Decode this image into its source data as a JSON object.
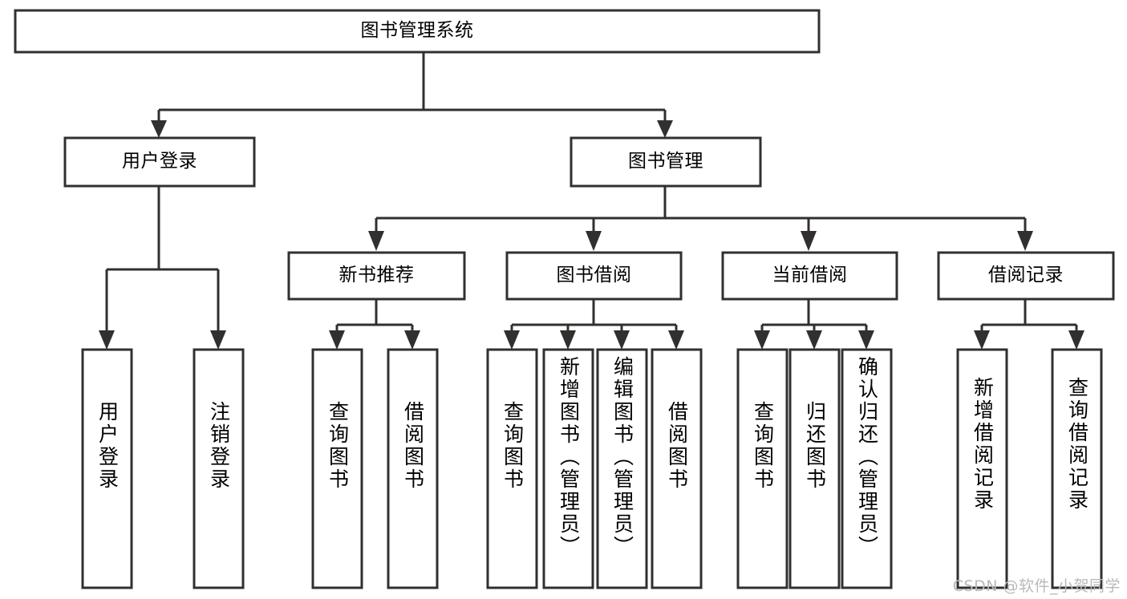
{
  "diagram": {
    "title": "图书管理系统",
    "type": "tree",
    "watermark": "CSDN @软件_小贺同学",
    "colors": {
      "stroke": "#32302f",
      "fill": "#ffffff",
      "text": "#000000",
      "watermark": "#b9b9b9",
      "background": "#ffffff"
    },
    "levels": {
      "root": {
        "label": "图书管理系统"
      },
      "level2": [
        {
          "id": "user-login",
          "label": "用户登录"
        },
        {
          "id": "book-manage",
          "label": "图书管理"
        }
      ],
      "level3": [
        {
          "id": "new-book-recommend",
          "label": "新书推荐",
          "parent": "book-manage"
        },
        {
          "id": "book-borrow",
          "label": "图书借阅",
          "parent": "book-manage"
        },
        {
          "id": "current-borrow",
          "label": "当前借阅",
          "parent": "book-manage"
        },
        {
          "id": "borrow-record",
          "label": "借阅记录",
          "parent": "book-manage"
        }
      ],
      "leaves": [
        {
          "id": "leaf-user-login",
          "label": "用户登录",
          "parent": "user-login"
        },
        {
          "id": "leaf-user-logout",
          "label": "注销登录",
          "parent": "user-login"
        },
        {
          "id": "leaf-query-book-1",
          "label": "查询图书",
          "parent": "new-book-recommend"
        },
        {
          "id": "leaf-borrow-book-1",
          "label": "借阅图书",
          "parent": "new-book-recommend"
        },
        {
          "id": "leaf-query-book-2",
          "label": "查询图书",
          "parent": "book-borrow"
        },
        {
          "id": "leaf-add-book",
          "label": "新增图书（管理员）",
          "parent": "book-borrow"
        },
        {
          "id": "leaf-edit-book",
          "label": "编辑图书（管理员）",
          "parent": "book-borrow"
        },
        {
          "id": "leaf-borrow-book-2",
          "label": "借阅图书",
          "parent": "book-borrow"
        },
        {
          "id": "leaf-query-book-3",
          "label": "查询图书",
          "parent": "current-borrow"
        },
        {
          "id": "leaf-return-book",
          "label": "归还图书",
          "parent": "current-borrow"
        },
        {
          "id": "leaf-confirm-return",
          "label": "确认归还（管理员）",
          "parent": "current-borrow"
        },
        {
          "id": "leaf-add-record",
          "label": "新增借阅记录",
          "parent": "borrow-record"
        },
        {
          "id": "leaf-query-record",
          "label": "查询借阅记录",
          "parent": "borrow-record"
        }
      ]
    }
  }
}
